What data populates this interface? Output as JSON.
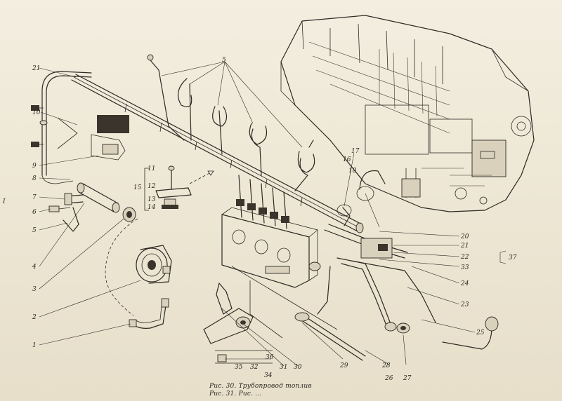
{
  "figure": {
    "caption_line_1": "Рис. 30. Трубопровод топлив",
    "caption_line_2": "Рис. 31. Рис. ...",
    "left_edge_mark": "I"
  },
  "callouts": [
    {
      "id": "c21",
      "text": "21"
    },
    {
      "id": "c5a",
      "text": "5"
    },
    {
      "id": "c10",
      "text": "10"
    },
    {
      "id": "c9",
      "text": "9"
    },
    {
      "id": "c8",
      "text": "8"
    },
    {
      "id": "c7",
      "text": "7"
    },
    {
      "id": "c6",
      "text": "6"
    },
    {
      "id": "c5",
      "text": "5"
    },
    {
      "id": "c4",
      "text": "4"
    },
    {
      "id": "c3",
      "text": "3"
    },
    {
      "id": "c2",
      "text": "2"
    },
    {
      "id": "c1",
      "text": "1"
    },
    {
      "id": "c11",
      "text": "11"
    },
    {
      "id": "c12",
      "text": "12"
    },
    {
      "id": "c13",
      "text": "13"
    },
    {
      "id": "c14",
      "text": "14"
    },
    {
      "id": "c15",
      "text": "15"
    },
    {
      "id": "c16",
      "text": "16"
    },
    {
      "id": "c17",
      "text": "17"
    },
    {
      "id": "c18",
      "text": "18"
    },
    {
      "id": "c20",
      "text": "20"
    },
    {
      "id": "c21b",
      "text": "21"
    },
    {
      "id": "c22",
      "text": "22"
    },
    {
      "id": "c23",
      "text": "23"
    },
    {
      "id": "c24",
      "text": "24"
    },
    {
      "id": "c25",
      "text": "25"
    },
    {
      "id": "c26",
      "text": "26"
    },
    {
      "id": "c27",
      "text": "27"
    },
    {
      "id": "c28",
      "text": "28"
    },
    {
      "id": "c29",
      "text": "29"
    },
    {
      "id": "c30",
      "text": "30"
    },
    {
      "id": "c31",
      "text": "31"
    },
    {
      "id": "c32",
      "text": "32"
    },
    {
      "id": "c33",
      "text": "33"
    },
    {
      "id": "c34",
      "text": "34"
    },
    {
      "id": "c35",
      "text": "35"
    },
    {
      "id": "c36",
      "text": "36"
    },
    {
      "id": "c37",
      "text": "37"
    }
  ],
  "colors": {
    "paper": "#efe9d8",
    "ink": "#2d2924"
  }
}
